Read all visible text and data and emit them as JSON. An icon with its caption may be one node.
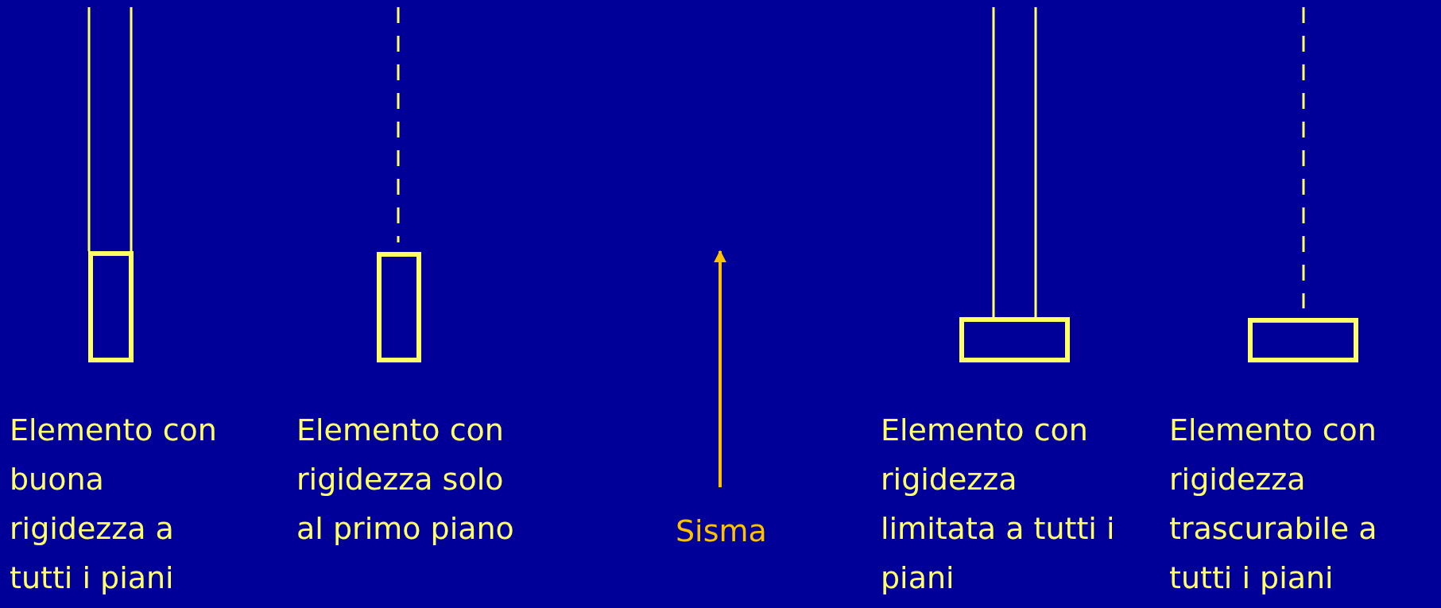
{
  "diagram": {
    "nodes": [
      {
        "text": [],
        "shape": "box",
        "beside": [
          "Elemento con buona rigidezza a tutti i piani"
        ]
      },
      {
        "text": [],
        "shape": "box",
        "beside": [
          "Elemento con rigidezza solo al primo piano"
        ]
      },
      {
        "text": [],
        "shape": "box",
        "beside": [
          "Elemento con rigidezza limitata a tutti i piani"
        ]
      },
      {
        "text": [],
        "shape": "box",
        "beside": [
          "Elemento con rigidezza trascurabile a tutti i piani"
        ]
      }
    ],
    "labels": [
      "Sisma"
    ]
  }
}
